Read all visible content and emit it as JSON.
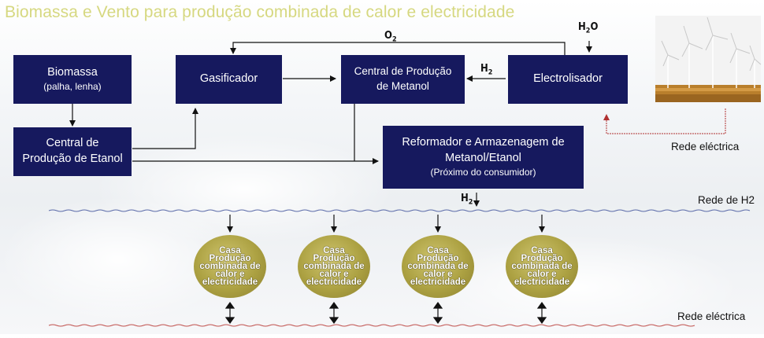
{
  "title": "Biomassa e Vento para produção combinada de calor e electricidade",
  "boxes": {
    "biomassa": {
      "line1": "Biomassa",
      "line2": "(palha, lenha)"
    },
    "etanol": {
      "line1": "Central de",
      "line2": "Produção de Etanol"
    },
    "gasificador": {
      "label": "Gasificador"
    },
    "metanol": {
      "line1": "Central de Produção",
      "line2": "de Metanol"
    },
    "electrolisador": {
      "label": "Electrolisador"
    },
    "reformador": {
      "line1": "Reformador e Armazenagem de",
      "line2": "Metanol/Etanol",
      "line3": "(Próximo do consumidor)"
    }
  },
  "chem": {
    "o2": {
      "base": "O",
      "sub": "2"
    },
    "h2_to_metanol": {
      "base": "H",
      "sub": "2"
    },
    "h2o": {
      "base": "H",
      "sub": "2",
      "suffix": "O"
    },
    "h2_down": {
      "base": "H",
      "sub": "2"
    }
  },
  "grid_labels": {
    "rede_electrica_top": "Rede eléctrica",
    "rede_h2": "Rede de H2",
    "rede_electrica_bottom": "Rede eléctrica"
  },
  "houses": [
    {
      "text": "Casa Produção combinada de calor e electricidade"
    },
    {
      "text": "Casa Produção combinada de calor e electricidade"
    },
    {
      "text": "Casa Produção combinada de calor e electricidade"
    },
    {
      "text": "Casa Produção combinada de calor e electricidade"
    }
  ],
  "colors": {
    "box_fill": "#16195e",
    "title": "#d6d880",
    "house_fill": "#aca142",
    "grid_line": "#c0504d",
    "h2_line": "#5a6aa8"
  }
}
